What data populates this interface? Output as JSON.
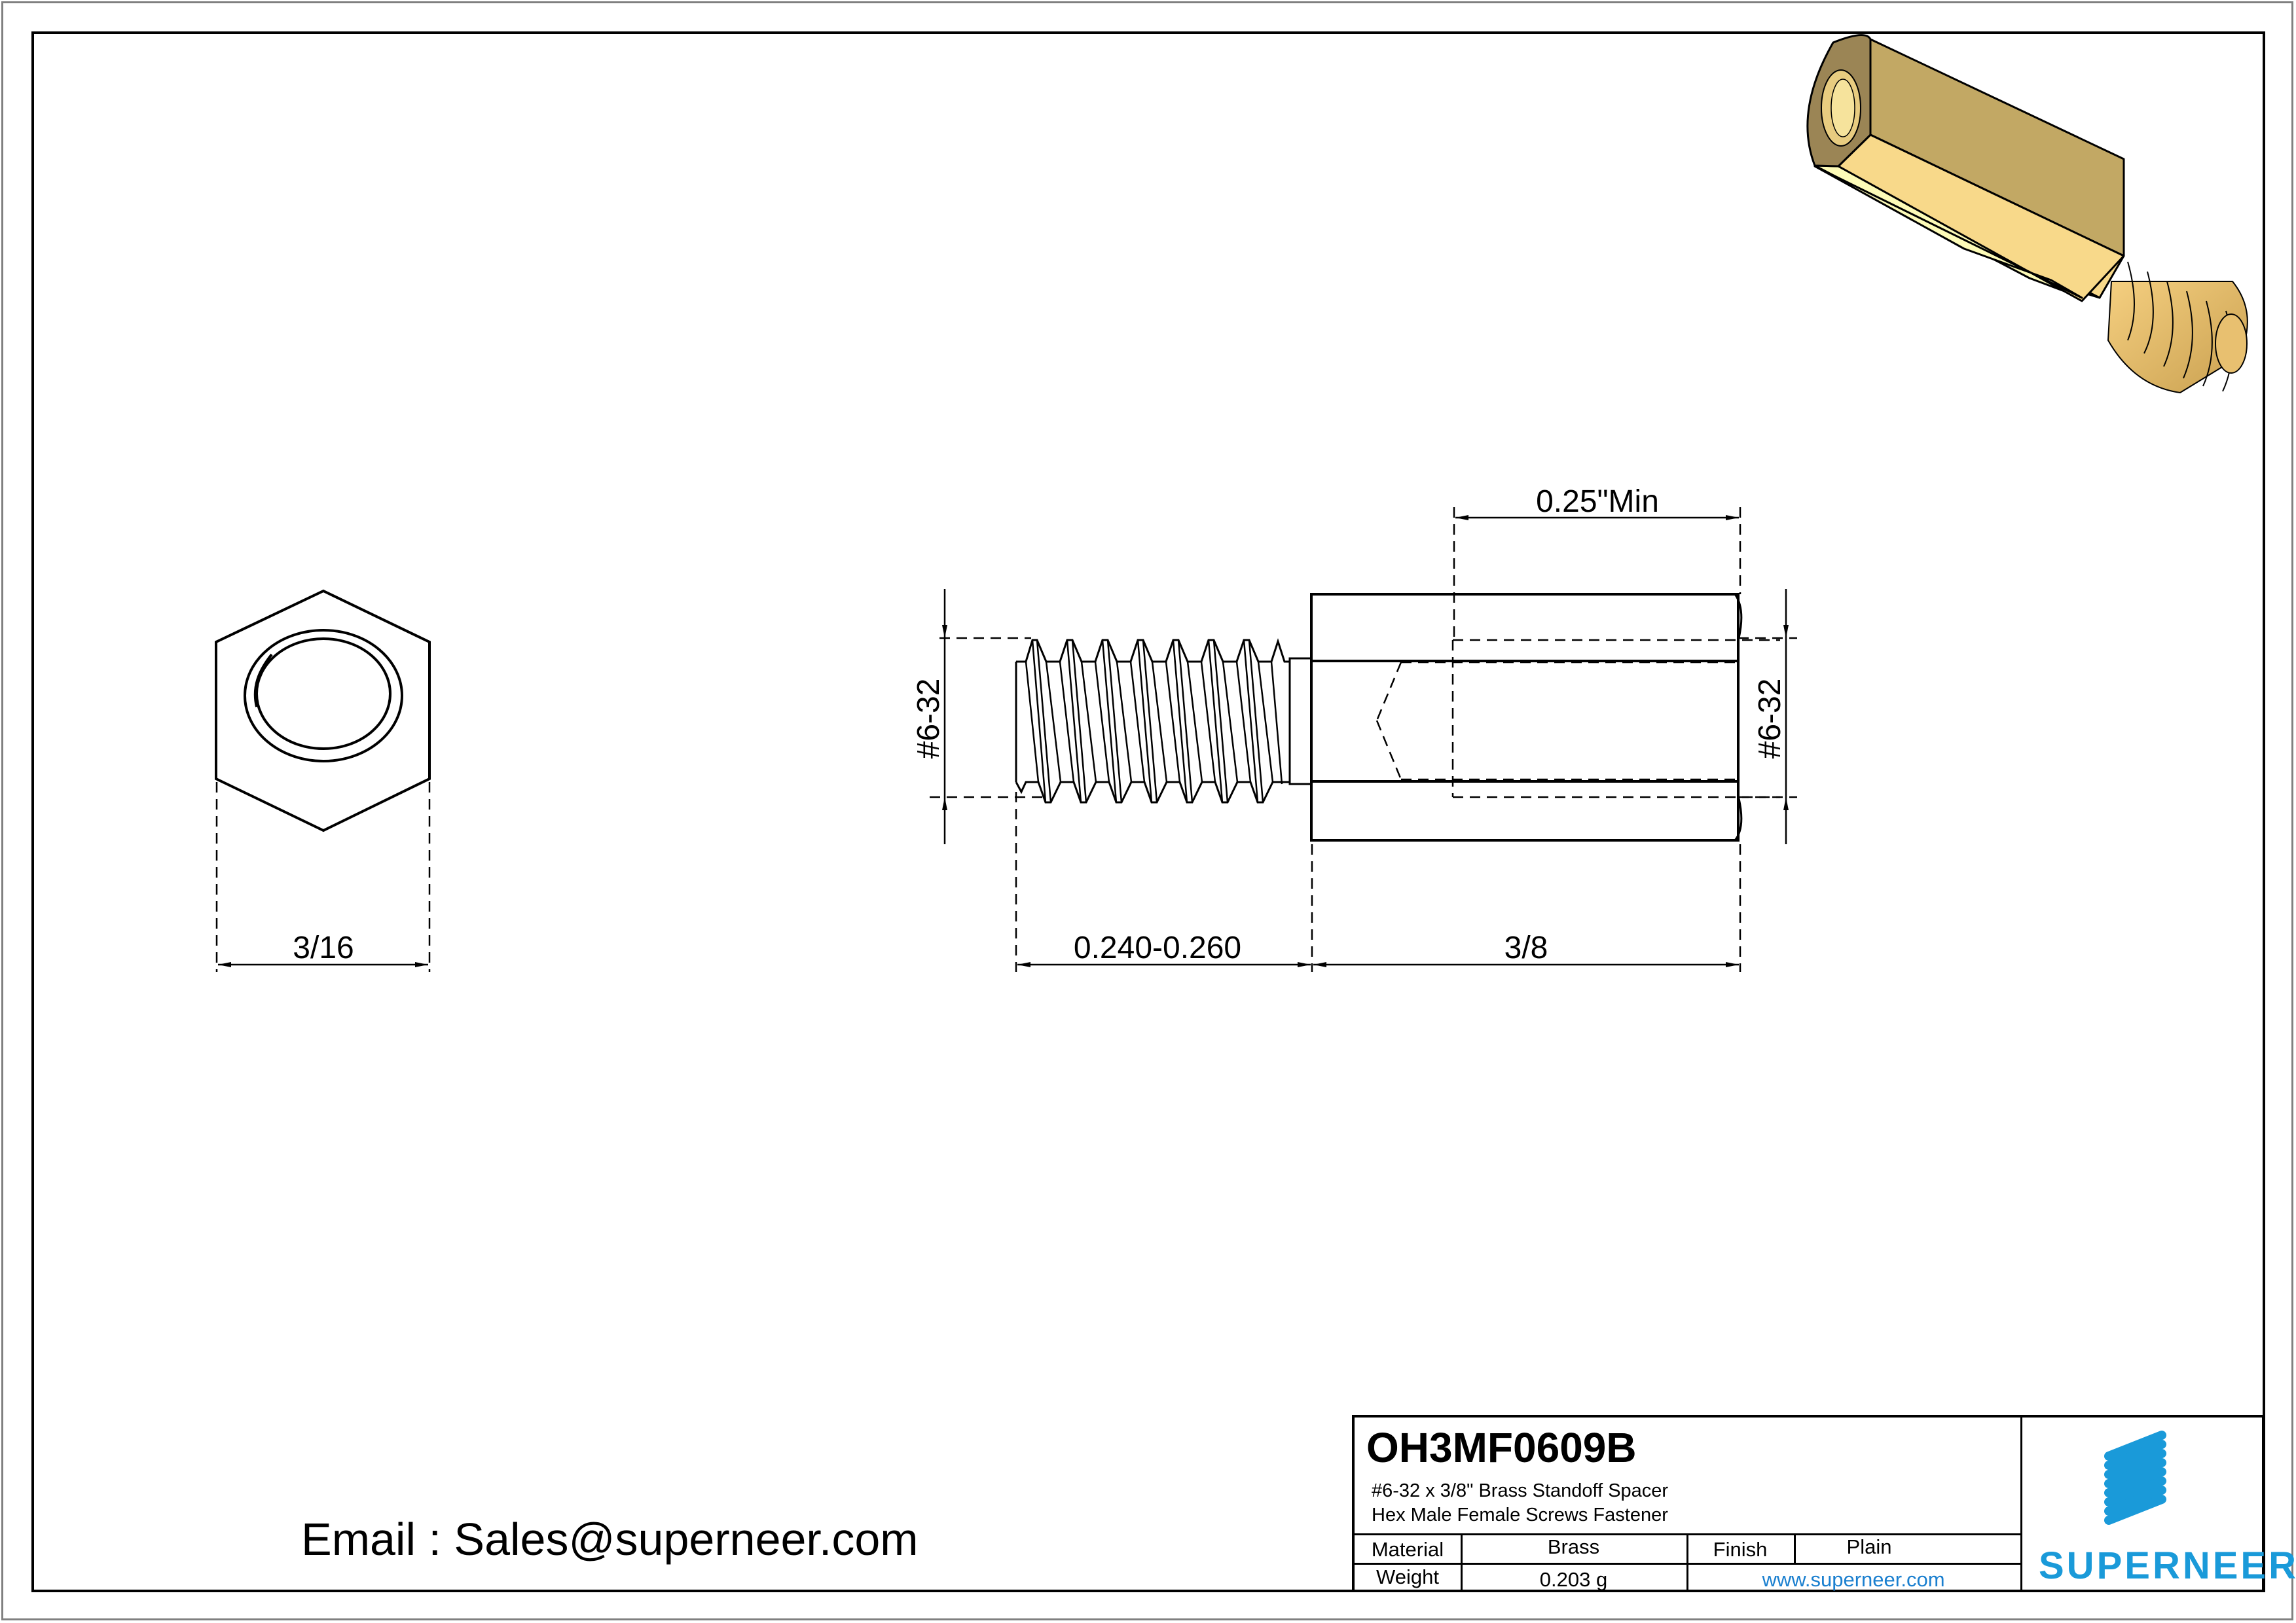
{
  "drawing": {
    "end_view": {
      "width_dimension": "3/16"
    },
    "side_view": {
      "male_thread_label": "#6-32",
      "female_thread_label": "#6-32",
      "thread_depth_dimension": "0.25\"Min",
      "male_length_dimension": "0.240-0.260",
      "body_length_dimension": "3/8"
    },
    "render_3d": {
      "colors": {
        "face_top": "#c2a864",
        "face_front": "#f8d98a",
        "face_bottom": "#fdfbb8",
        "end_face": "#9b8555",
        "thread": "#e0b866"
      }
    }
  },
  "title_block": {
    "part_number": "OH3MF0609B",
    "description_line1": "#6-32 x 3/8\" Brass Standoff Spacer",
    "description_line2": "Hex Male Female Screws Fastener",
    "material_label": "Material",
    "material_value": "Brass",
    "finish_label": "Finish",
    "finish_value": "Plain",
    "weight_label": "Weight",
    "weight_value": "0.203 g",
    "website": "www.superneer.com",
    "logo_text": "SUPERNEER",
    "logo_color": "#1a9ad9"
  },
  "contact": {
    "email_line": "Email : Sales@superneer.com"
  }
}
